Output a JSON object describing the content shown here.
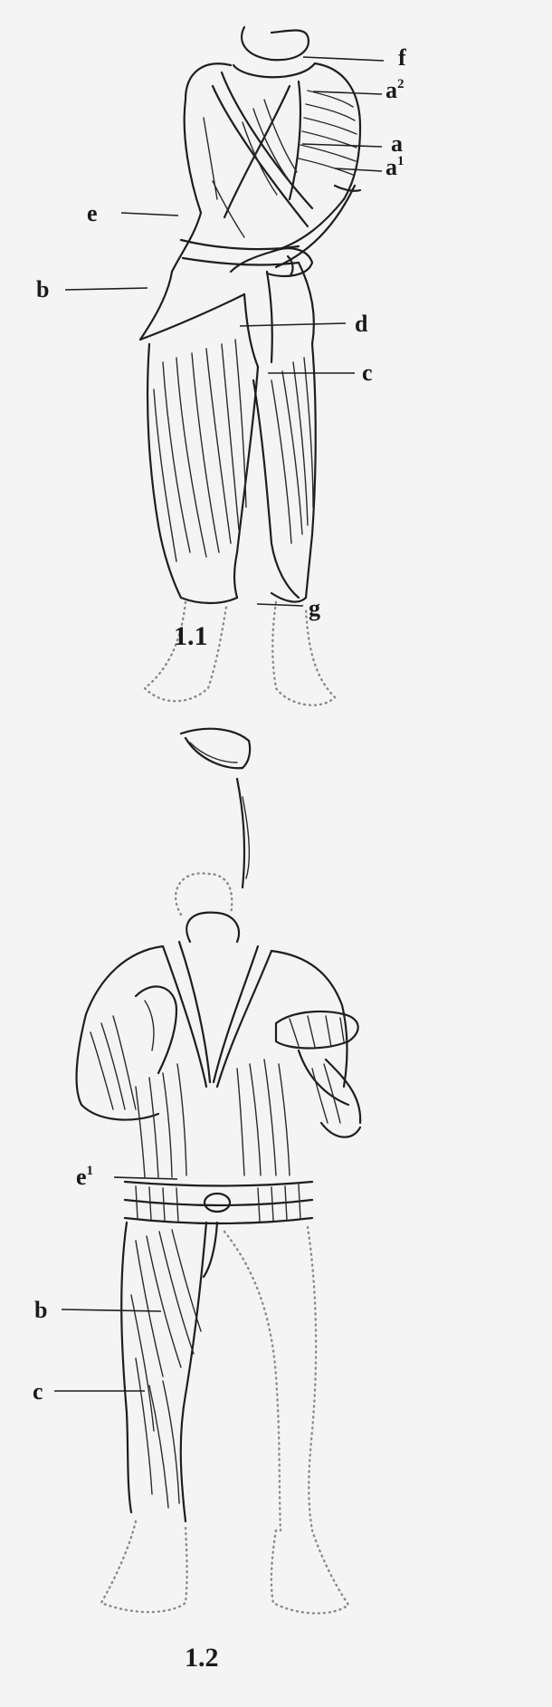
{
  "figure_1": {
    "caption": "1.1",
    "labels": {
      "f": "f",
      "a2_base": "a",
      "a2_sup": "2",
      "a": "a",
      "a1_base": "a",
      "a1_sup": "1",
      "e": "e",
      "b": "b",
      "d": "d",
      "c": "c",
      "g": "g"
    }
  },
  "figure_2": {
    "caption": "1.2",
    "labels": {
      "e1_base": "e",
      "e1_sup": "1",
      "b": "b",
      "c": "c"
    }
  }
}
